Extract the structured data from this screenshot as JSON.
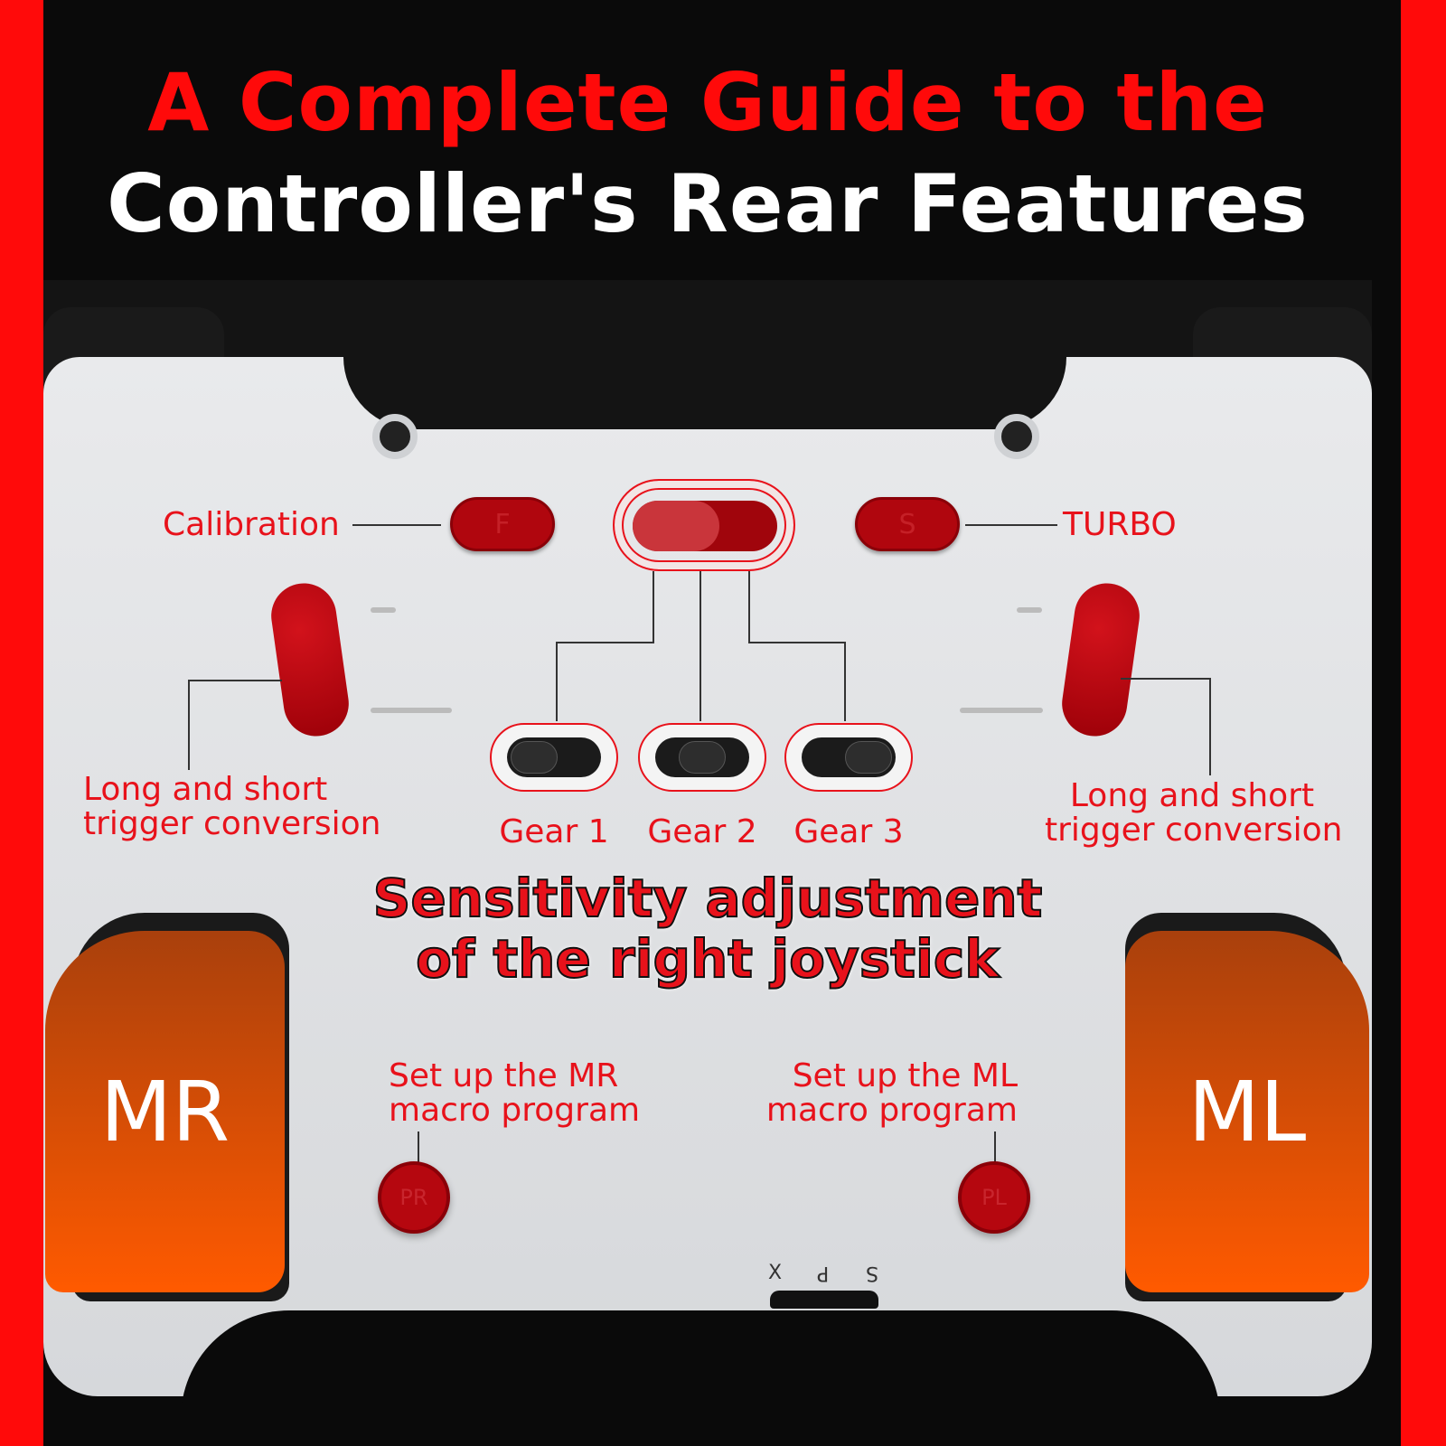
{
  "title": {
    "line1": "A Complete Guide to the",
    "line2": "Controller's Rear Features"
  },
  "colors": {
    "accent": "#e8121b",
    "border": "#ff0a0a",
    "paddle": "#ff5a00",
    "background": "#0a0a0a"
  },
  "labels": {
    "calibration": "Calibration",
    "turbo": "TURBO",
    "f_button": "F",
    "s_button": "S",
    "trigger_left": [
      "Long and short",
      "trigger conversion"
    ],
    "trigger_right": [
      "Long and short",
      "trigger conversion"
    ],
    "gears": [
      "Gear 1",
      "Gear 2",
      "Gear 3"
    ],
    "sensitivity": [
      "Sensitivity adjustment",
      "of the right joystick"
    ],
    "mr_paddle": "MR",
    "ml_paddle": "ML",
    "mr_setup": [
      "Set up the MR",
      "macro program"
    ],
    "ml_setup": [
      "Set up the ML",
      "macro program"
    ],
    "pr_button": "PR",
    "pl_button": "PL",
    "mode_switch": [
      "X",
      "P",
      "S"
    ]
  }
}
